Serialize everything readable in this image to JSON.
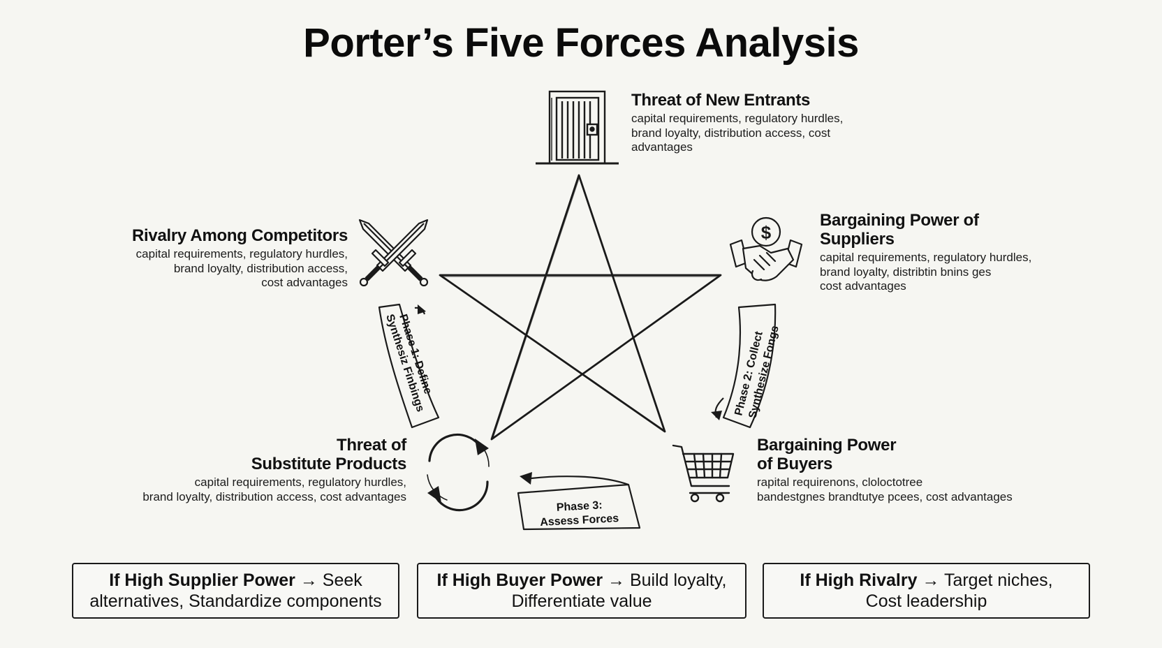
{
  "title": "Porter’s Five Forces Analysis",
  "forces": {
    "new_entrants": {
      "title": "Threat of New Entrants",
      "desc_lines": [
        "capital requirements, regulatory hurdles,",
        "brand loyalty, distribution access, cost",
        "advantages"
      ],
      "icon": "door-icon"
    },
    "suppliers": {
      "title_lines": [
        "Bargaining Power of",
        "Suppliers"
      ],
      "desc_lines": [
        "capital requirements, regulatory hurdles,",
        "brand loyalty, distribtin bnins ges",
        "cost advantages"
      ],
      "icon": "handshake-dollar-icon"
    },
    "rivalry": {
      "title": "Rivalry Among Competitors",
      "desc_lines": [
        "capital requirements, regulatory hurdles,",
        "brand loyalty, distribution access,",
        "cost advantages"
      ],
      "icon": "crossed-swords-icon"
    },
    "substitutes": {
      "title_lines": [
        "Threat of",
        "Substitute Products"
      ],
      "desc_lines": [
        "capital requirements, regulatory hurdles,",
        "brand loyalty, distribution access, cost advantages"
      ],
      "icon": "cycle-arrows-icon"
    },
    "buyers": {
      "title_lines": [
        "Bargaining Power",
        "of Buyers"
      ],
      "desc_lines": [
        "rapital requirenons, cloloctotree",
        "bandestgnes brandtutye pcees, cost advantages"
      ],
      "icon": "shopping-cart-icon"
    }
  },
  "phases": {
    "phase1": [
      "Phase 1: Define",
      "Synthesiz Finbings"
    ],
    "phase2": [
      "Phase 2: Collect",
      "Synthesize Fongs"
    ],
    "phase3": [
      "Phase 3:",
      "Assess Forces"
    ]
  },
  "recommendations": [
    {
      "bold": "If High Supplier Power",
      "arrow": "→",
      "rest_line1": "Seek",
      "line2": "alternatives, Standardize components"
    },
    {
      "bold": "If High Buyer Power",
      "arrow": "→",
      "rest_line1": "Build loyalty,",
      "line2": "Differentiate value"
    },
    {
      "bold": "If High Rivalry",
      "arrow": "→",
      "rest_line1": "Target niches,",
      "line2": "Cost leadership"
    }
  ],
  "colors": {
    "background": "#f6f6f2",
    "ink": "#111111"
  }
}
